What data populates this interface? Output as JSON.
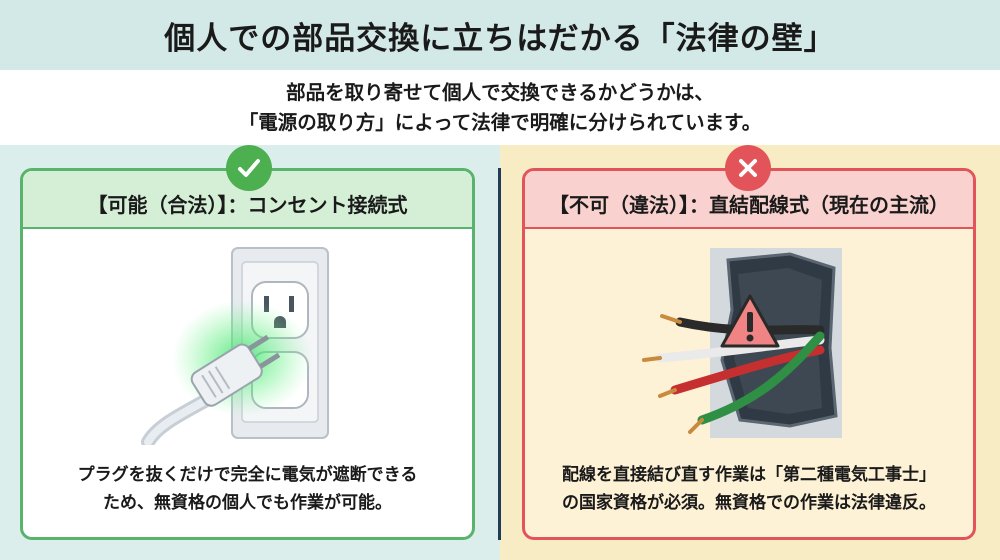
{
  "header": {
    "title": "個人での部品交換に立ちはだかる「法律の壁」",
    "subtitle_line1": "部品を取り寄せて個人で交換できるかどうかは、",
    "subtitle_line2": "「電源の取り方」によって法律で明確に分けられています。"
  },
  "left_panel": {
    "status_icon": "check-icon",
    "heading": "【可能（合法）】：コンセント接続式",
    "illustration": "plug-outlet-icon",
    "caption_line1": "プラグを抜くだけで完全に電気が遮断できる",
    "caption_line2": "ため、無資格の個人でも作業が可能。",
    "accent_color": "#4caf50"
  },
  "right_panel": {
    "status_icon": "cross-icon",
    "heading": "【不可（違法）】：直結配線式（現在の主流）",
    "illustration": "exposed-wires-warning-icon",
    "caption_line1": "配線を直接結び直す作業は「第二種電気工事士」",
    "caption_line2": "の国家資格が必須。無資格での作業は法律違反。",
    "accent_color": "#e2545a"
  }
}
